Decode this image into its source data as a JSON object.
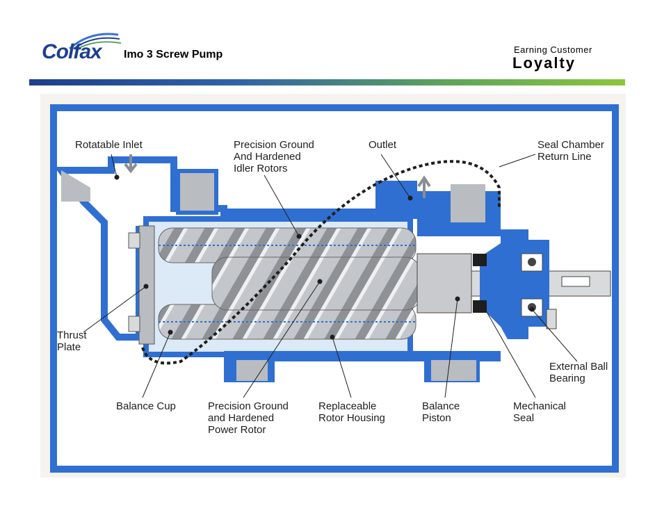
{
  "header": {
    "logo_text": "Colfax",
    "slide_title": "Imo 3 Screw Pump",
    "tagline_top": "Earning Customer",
    "tagline_big": "Loyalty"
  },
  "colors": {
    "brand_blue": "#1d3f8f",
    "rule_start": "#1f3e8c",
    "rule_end": "#8cc63e",
    "casing_blue": "#2f6fd1",
    "rotor_gray": "#b9bcc0",
    "light_gray": "#d9dadb"
  },
  "labels": {
    "rotatable_inlet": "Rotatable Inlet",
    "idler_rotors": "Precision Ground\nAnd Hardened\nIdler Rotors",
    "outlet": "Outlet",
    "seal_chamber": "Seal Chamber\nReturn Line",
    "thrust_plate": "Thrust\nPlate",
    "external_ball_bearing": "External Ball\nBearing",
    "balance_cup": "Balance Cup",
    "power_rotor": "Precision Ground\nand Hardened\nPower Rotor",
    "rotor_housing": "Replaceable\nRotor Housing",
    "balance_piston": "Balance\nPiston",
    "mechanical_seal": "Mechanical\nSeal"
  }
}
